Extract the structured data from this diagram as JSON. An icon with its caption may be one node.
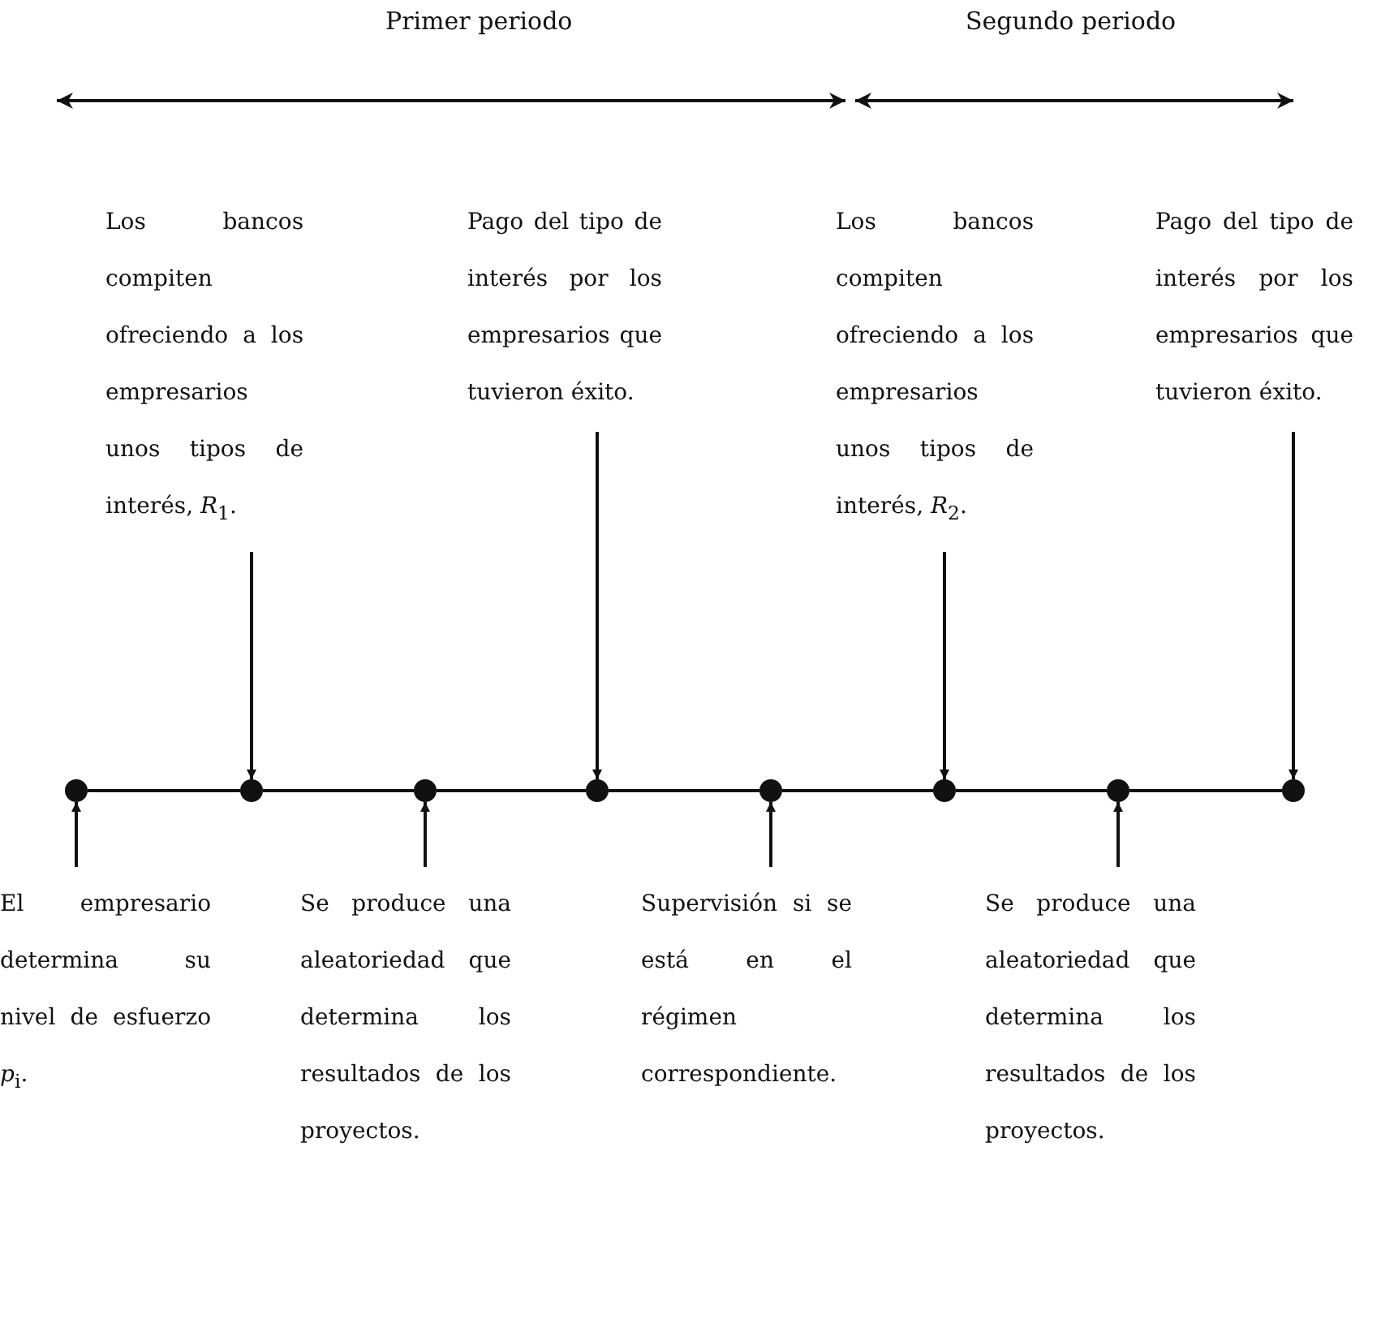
{
  "diagram": {
    "nodes": [
      {
        "text": [],
        "shape": "circle"
      },
      {
        "text": [],
        "shape": "circle"
      },
      {
        "text": [],
        "shape": "circle"
      },
      {
        "text": [],
        "shape": "circle"
      },
      {
        "text": [],
        "shape": "circle"
      },
      {
        "text": [],
        "shape": "circle"
      },
      {
        "text": [],
        "shape": "circle"
      },
      {
        "text": [],
        "shape": "circle"
      },
      {
        "text": [
          "Los bancos compiten ofreciendo a los empresarios unos tipos de interés, *R*$_{1}$."
        ]
      },
      {
        "text": [
          "Pago del tipo de interés por los empresarios que tuvieron éxito."
        ]
      },
      {
        "text": [
          "Los bancos compiten ofreciendo a los empresarios unos tipos de interés, *R*$_{2}$."
        ]
      },
      {
        "text": [
          "Pago del tipo de interés por los empresarios que tuvieron éxito."
        ]
      },
      {
        "text": [
          "El empresario determina su nivel de esfuerzo *p*$_{i}$."
        ]
      },
      {
        "text": [
          "Se produce una aleatoriedad que determina los resultados de los proyectos."
        ]
      },
      {
        "text": [
          "Supervisión si se está en el régimen correspondiente."
        ]
      },
      {
        "text": [
          "Se produce una aleatoriedad que determina los resultados de los proyectos."
        ]
      }
    ],
    "edges": [
      {
        "from": 0,
        "to": 1,
        "arrow": "none"
      },
      {
        "from": 1,
        "to": 2,
        "arrow": "none"
      },
      {
        "from": 2,
        "to": 3,
        "arrow": "none"
      },
      {
        "from": 3,
        "to": 4,
        "arrow": "none"
      },
      {
        "from": 4,
        "to": 5,
        "arrow": "none"
      },
      {
        "from": 5,
        "to": 6,
        "arrow": "none"
      },
      {
        "from": 6,
        "to": 7,
        "arrow": "none"
      },
      {
        "from": 8,
        "to": 1,
        "arrow": "to"
      },
      {
        "from": 9,
        "to": 3,
        "arrow": "to"
      },
      {
        "from": 10,
        "to": 5,
        "arrow": "to"
      },
      {
        "from": 11,
        "to": 7,
        "arrow": "to"
      },
      {
        "from": 12,
        "to": 0,
        "arrow": "to"
      },
      {
        "from": 13,
        "to": 2,
        "arrow": "to"
      },
      {
        "from": 14,
        "to": 4,
        "arrow": "to"
      },
      {
        "from": 15,
        "to": 6,
        "arrow": "to"
      }
    ],
    "labels": [
      "Primer periodo",
      "Segundo periodo"
    ]
  }
}
